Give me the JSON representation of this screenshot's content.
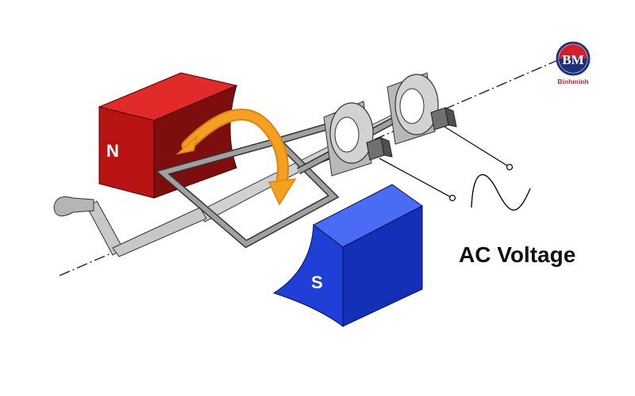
{
  "diagram": {
    "north_pole_label": "N",
    "south_pole_label": "S",
    "output_label": "AC Voltage"
  },
  "logo": {
    "mark": "BM",
    "name": "Binhminh"
  },
  "colors": {
    "north_magnet": "#b81414",
    "south_magnet": "#1f3fd6",
    "rotation_arrow": "#f5a021",
    "coil": "#a0a0a0",
    "slip_ring": "#c0c0c0",
    "logo_red": "#d21f2b",
    "logo_navy": "#1b2f7a"
  }
}
